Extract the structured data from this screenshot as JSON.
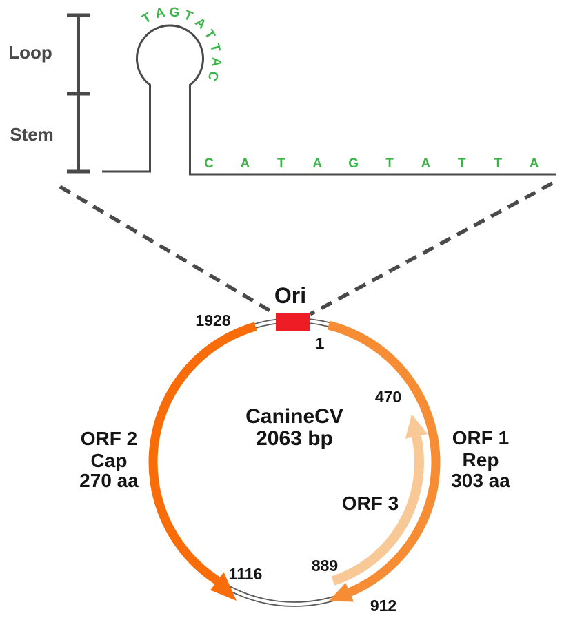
{
  "colors": {
    "orf1": "#F68C33",
    "orf2": "#F96C0A",
    "orf3": "#F9C897",
    "ori": "#EE1C24",
    "sequence_green": "#3CB44A",
    "line_gray": "#4A4A4A",
    "backbone_gray": "#5A5A5A",
    "text_black": "#151515"
  },
  "stem_loop": {
    "loop_label": "Loop",
    "stem_label": "Stem",
    "loop_sequence": "TAGTATTAC",
    "flank_sequence": "CATAGTATTA"
  },
  "plasmid": {
    "name": "CanineCV",
    "size": "2063 bp",
    "ori_label": "Ori",
    "positions": {
      "p1928": "1928",
      "p1": "1",
      "p470": "470",
      "p889": "889",
      "p912": "912",
      "p1116": "1116"
    },
    "orf1": {
      "line1": "ORF 1",
      "line2": "Rep",
      "line3": "303 aa"
    },
    "orf2": {
      "line1": "ORF 2",
      "line2": "Cap",
      "line3": "270 aa"
    },
    "orf3": {
      "label": "ORF 3"
    }
  }
}
